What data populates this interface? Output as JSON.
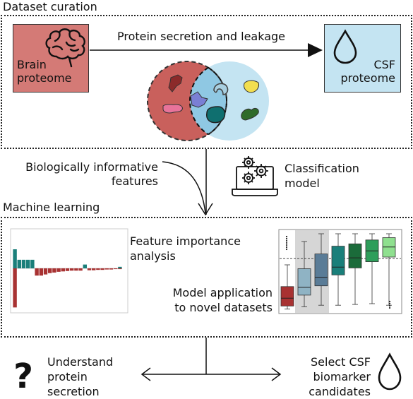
{
  "sections": {
    "dataset_curation": "Dataset curation",
    "machine_learning": "Machine learning"
  },
  "curation": {
    "brain_line1": "Brain",
    "brain_line2": "proteome",
    "csf_line1": "CSF",
    "csf_line2": "proteome",
    "arrow_label": "Protein secretion and leakage"
  },
  "middle": {
    "features_line1": "Biologically informative",
    "features_line2": "features",
    "classification_line1": "Classification",
    "classification_line2": "model"
  },
  "ml": {
    "feature_importance_line1": "Feature importance",
    "feature_importance_line2": "analysis",
    "model_app_line1": "Model application",
    "model_app_line2": "to novel datasets"
  },
  "outcomes": {
    "understand_line1": "Understand",
    "understand_line2": "protein",
    "understand_line3": "secretion",
    "select_line1": "Select CSF",
    "select_line2": "biomarker",
    "select_line3": "candidates"
  },
  "chart_data": [
    {
      "type": "bar",
      "title": "",
      "series": [
        {
          "color": "#1a7f7a",
          "values": [
            1.0,
            0.45,
            0.45,
            0.45,
            0.45,
            0.0,
            0.0,
            0.0,
            0.0,
            0.0,
            0.0,
            0.0,
            0.0,
            0.0,
            0.0,
            0.0,
            0.2,
            0.0,
            0.0,
            0.0,
            0.0,
            0.0,
            0.0,
            0.0,
            0.08
          ]
        },
        {
          "color": "#a83232",
          "values": [
            -2.05,
            0.0,
            0.0,
            0.0,
            0.0,
            -0.38,
            -0.38,
            -0.32,
            -0.25,
            -0.22,
            -0.18,
            -0.16,
            -0.14,
            -0.12,
            -0.12,
            -0.12,
            0.0,
            -0.1,
            -0.1,
            -0.08,
            -0.08,
            -0.06,
            -0.06,
            -0.04,
            -0.04
          ]
        }
      ]
    },
    {
      "type": "box",
      "title": "",
      "boxes": [
        {
          "color": "#a83232",
          "whisker_low": 0.03,
          "q1": 0.07,
          "median": 0.17,
          "q3": 0.32,
          "whisker_high": 0.6
        },
        {
          "color": "#8fb3c4",
          "whisker_low": 0.06,
          "q1": 0.21,
          "median": 0.31,
          "q3": 0.55,
          "whisker_high": 0.9
        },
        {
          "color": "#5a7c97",
          "whisker_low": 0.08,
          "q1": 0.33,
          "median": 0.44,
          "q3": 0.74,
          "whisker_high": 1.0
        },
        {
          "color": "#1a7f7a",
          "whisker_low": 0.08,
          "q1": 0.47,
          "median": 0.57,
          "q3": 0.84,
          "whisker_high": 1.0
        },
        {
          "color": "#1b6b3a",
          "whisker_low": 0.09,
          "q1": 0.56,
          "median": 0.69,
          "q3": 0.87,
          "whisker_high": 1.0
        },
        {
          "color": "#2e9e5b",
          "whisker_low": 0.1,
          "q1": 0.64,
          "median": 0.78,
          "q3": 0.92,
          "whisker_high": 1.0
        },
        {
          "color": "#8fe08f",
          "whisker_low": 0.08,
          "q1": 0.7,
          "median": 0.83,
          "q3": 0.95,
          "whisker_high": 1.0
        }
      ],
      "reference_line": 0.68,
      "highlight_boxes": [
        1,
        2
      ]
    }
  ]
}
